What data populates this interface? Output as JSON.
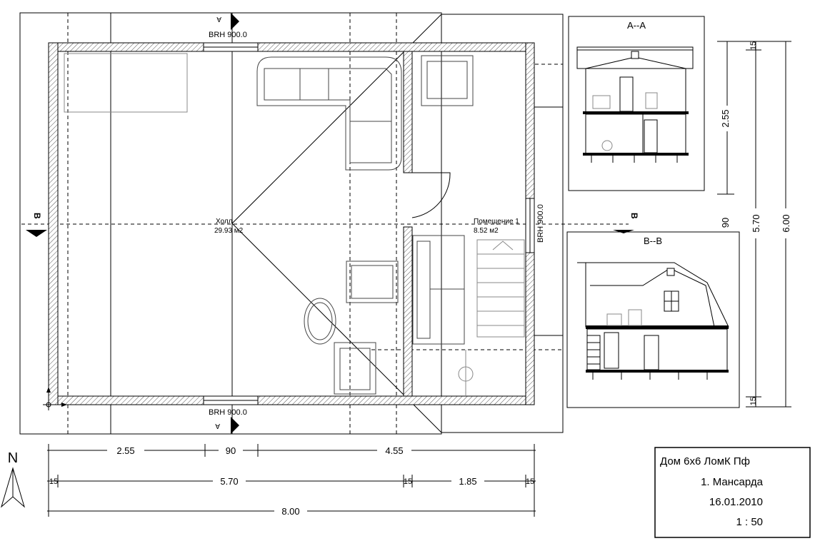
{
  "plan": {
    "window_top": "BRH 900.0",
    "window_bottom": "BRH 900.0",
    "window_right": "BRH 900.0",
    "section_marker": "B",
    "section_arrow_text": "A",
    "room1_name": "Холл",
    "room1_area": "29.93 м2",
    "room2_name": "Помещение 1",
    "room2_area": "8.52 м2"
  },
  "section_aa": {
    "title": "A--A"
  },
  "section_bb": {
    "title": "B--B"
  },
  "dims_bottom": {
    "row1": [
      "2.55",
      "90",
      "4.55"
    ],
    "row2": [
      "15",
      "5.70",
      "15",
      "1.85",
      "15"
    ],
    "row3": [
      "8.00"
    ]
  },
  "dims_right": {
    "inner": [
      "15",
      "2.55",
      "90",
      "15"
    ],
    "middle": [
      "5.70"
    ],
    "outer": [
      "6.00"
    ]
  },
  "north": {
    "label": "N"
  },
  "title_block": {
    "project": "Дом 6х6 ЛомК Пф",
    "floor": "1. Мансарда",
    "date": "16.01.2010",
    "scale": "1 : 50"
  }
}
